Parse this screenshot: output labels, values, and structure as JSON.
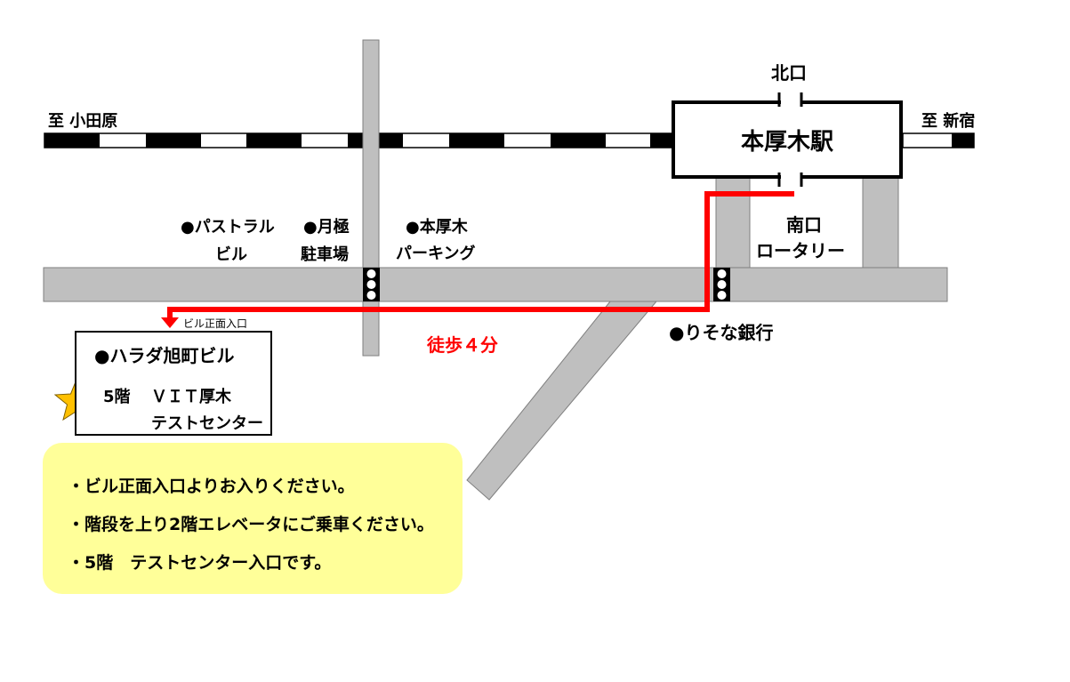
{
  "railway": {
    "to_west": "至 小田原",
    "to_east": "至 新宿",
    "station_name": "本厚木駅",
    "north_exit": "北口",
    "south_exit_line1": "南口",
    "south_exit_line2": "ロータリー"
  },
  "landmarks": {
    "pastoral_line1": "●パストラル",
    "pastoral_line2": "ビル",
    "tsukigime_line1": "●月極",
    "tsukigime_line2": "駐車場",
    "parking_line1": "●本厚木",
    "parking_line2": "パーキング",
    "bank": "●りそな銀行"
  },
  "route": {
    "walk_time": "徒歩４分",
    "entrance_label": "ビル正面入口",
    "route_color": "#ff0000"
  },
  "building": {
    "name": "●ハラダ旭町ビル",
    "floor": "5階",
    "tenant_line1": "ＶＩＴ厚木",
    "tenant_line2": "テストセンター",
    "star_icon": "star-icon"
  },
  "notes": {
    "items": [
      "・ビル正面入口よりお入りください。",
      "・階段を上り2階エレベータにご乗車ください。",
      "・5階　テストセンター入口です。"
    ],
    "background": "#ffff99"
  },
  "colors": {
    "road": "#bfbfbf",
    "star": "#ffc000"
  }
}
